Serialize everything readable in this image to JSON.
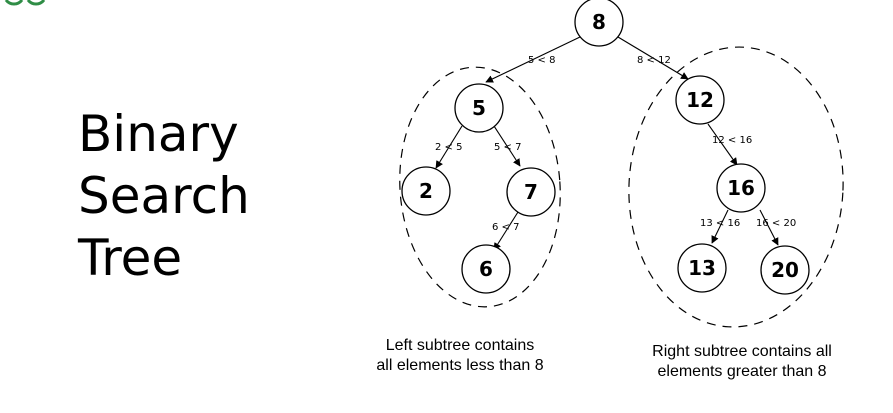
{
  "title": {
    "line1": "Binary",
    "line2": "Search",
    "line3": "Tree"
  },
  "nodes": {
    "n8": "8",
    "n5": "5",
    "n12": "12",
    "n2": "2",
    "n7": "7",
    "n6": "6",
    "n16": "16",
    "n13": "13",
    "n20": "20"
  },
  "edges": {
    "e8_5": "5 < 8",
    "e8_12": "8 < 12",
    "e5_2": "2 < 5",
    "e5_7": "5 < 7",
    "e7_6": "6 < 7",
    "e12_16": "12 < 16",
    "e16_13": "13 < 16",
    "e16_20": "16 < 20"
  },
  "captions": {
    "left_line1": "Left subtree contains",
    "left_line2": "all elements less than 8",
    "right_line1": "Right subtree contains all",
    "right_line2": "elements greater than 8"
  },
  "colors": {
    "logo": "#2f8d46"
  }
}
